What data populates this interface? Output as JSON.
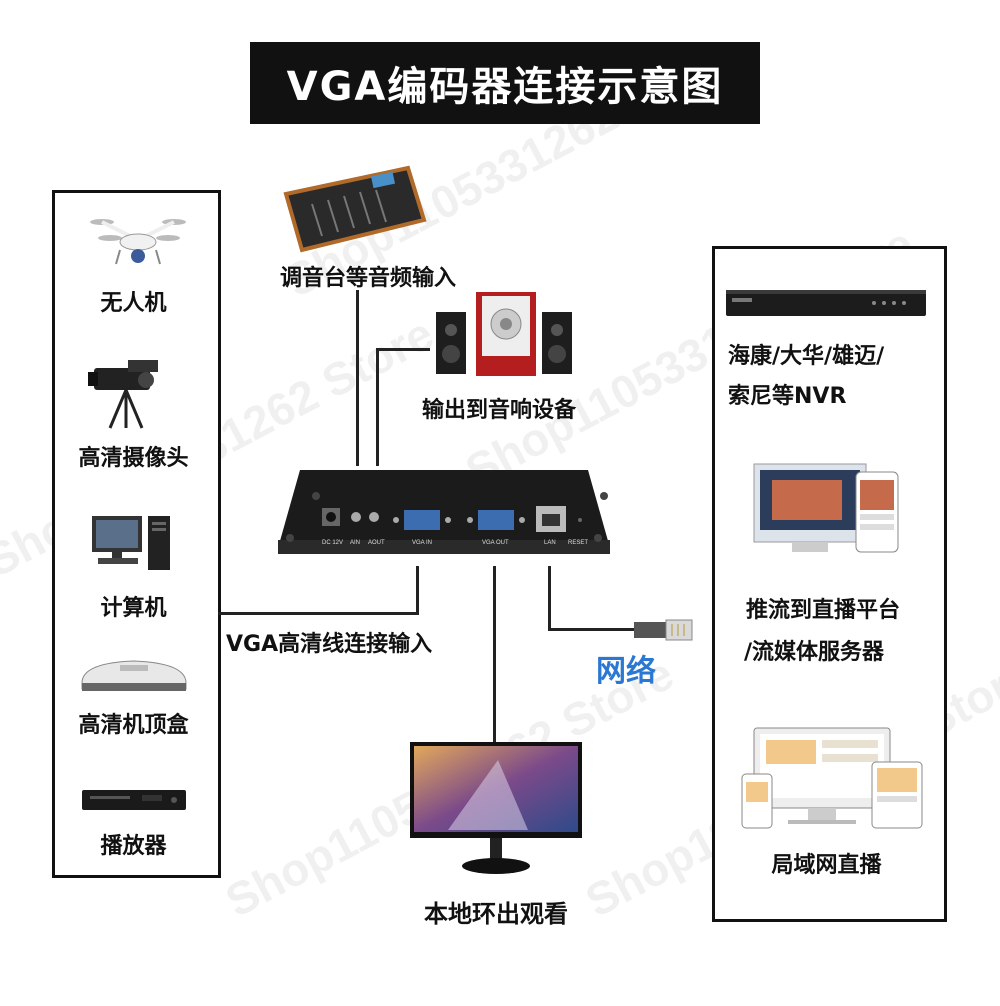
{
  "title": "VGA编码器连接示意图",
  "inputs": [
    {
      "label": "无人机",
      "icon": "drone-icon"
    },
    {
      "label": "高清摄像头",
      "icon": "video-camera-icon"
    },
    {
      "label": "计算机",
      "icon": "computer-icon"
    },
    {
      "label": "高清机顶盒",
      "icon": "set-top-box-icon"
    },
    {
      "label": "播放器",
      "icon": "dvd-player-icon"
    }
  ],
  "outputs": [
    {
      "label_line1": "海康/大华/雄迈/",
      "label_line2": "索尼等NVR",
      "icon": "nvr-icon"
    },
    {
      "label_line1": "推流到直播平台",
      "label_line2": "/流媒体服务器",
      "icon": "streaming-platform-icon"
    },
    {
      "label": "局域网直播",
      "icon": "lan-devices-icon"
    }
  ],
  "audio_in": {
    "label": "调音台等音频输入",
    "icon": "mixer-icon"
  },
  "audio_out": {
    "label": "输出到音响设备",
    "icon": "speaker-icon"
  },
  "vga_input_label": "VGA高清线连接输入",
  "network_label": "网络",
  "monitor": {
    "label": "本地环出观看",
    "icon": "monitor-icon"
  },
  "encoder": {
    "ports": [
      "DC 12V",
      "AIN",
      "AOUT",
      "VGA IN",
      "VGA OUT",
      "LAN",
      "RESET"
    ]
  },
  "watermark": "Shop1105331262 Store",
  "colors": {
    "network": "#2a78d2",
    "title_bg": "#111111",
    "panel_border": "#111111"
  }
}
